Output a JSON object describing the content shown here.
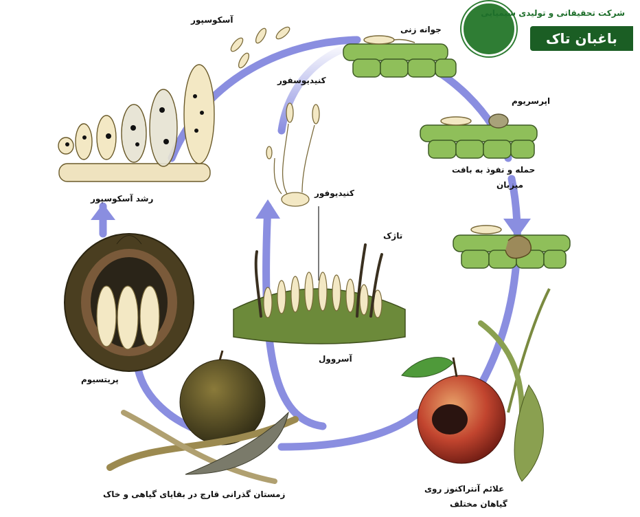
{
  "logo": {
    "company": "شرکت تحقیقاتی و تولیدی شیمیایی",
    "brand": "باغبان تاک",
    "emblem_icon": "grape-cluster-icon"
  },
  "labels": {
    "ascospore": "آسکوسپور",
    "germ_tube": "جوانه زنی",
    "conidiospore": "کنیدیوسفور",
    "appressorium": "اپرسریوم",
    "penetration_line1": "حمله و نفوذ به بافت",
    "penetration_line2": "میزبان",
    "ascospore_growth": "رشد آسکوسپور",
    "conidiophore": "کنیدیوفور",
    "seta": "تاژک",
    "acervulus": "آسروول",
    "perithecium": "پریتسیوم",
    "overwintering": "زمستان گذرانی قارچ در بقایای گیاهی و خاک",
    "symptoms_line1": "علائم آنتراکنوز روی",
    "symptoms_line2": "گیاهان مختلف"
  },
  "colors": {
    "cycle_arrow": "#8a8ee0",
    "leaf_cell": "#8fbf5a",
    "spore": "#f3e8c4",
    "brand_green": "#1b5e24"
  }
}
